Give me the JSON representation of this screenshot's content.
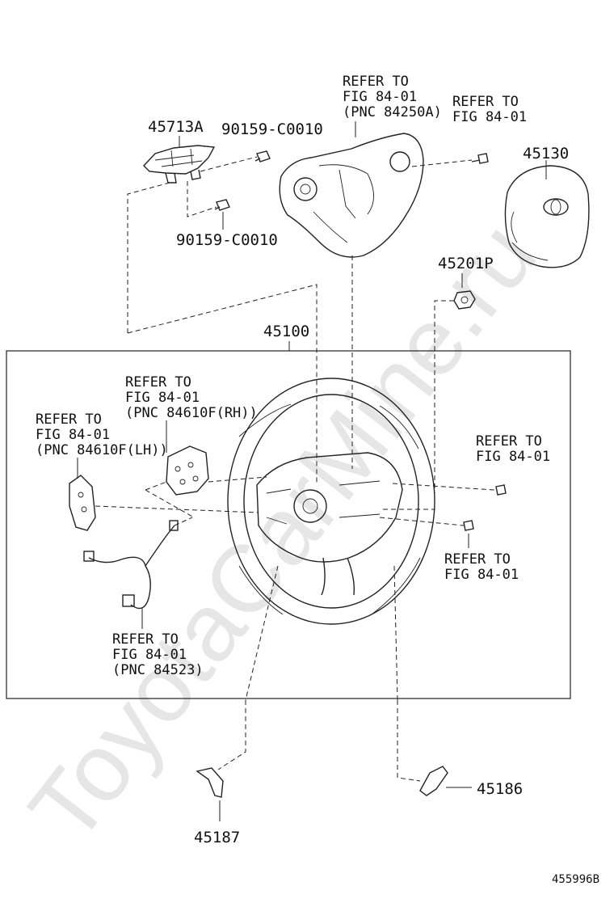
{
  "watermark": "ToyotaCarMine.ru",
  "diagram_id": "455996B",
  "assembly": {
    "part_no": "45100"
  },
  "parts": [
    {
      "key": "p45713a",
      "part_no": "45713A"
    },
    {
      "key": "bolt1",
      "part_no": "90159-C0010"
    },
    {
      "key": "bolt2",
      "part_no": "90159-C0010"
    },
    {
      "key": "airbag",
      "part_no": "45130"
    },
    {
      "key": "nut",
      "part_no": "45201P"
    },
    {
      "key": "cover_rh",
      "part_no": "45186"
    },
    {
      "key": "cover_lh",
      "part_no": "45187"
    }
  ],
  "refs": [
    {
      "key": "spoke",
      "lines": [
        "REFER TO",
        "FIG 84-01",
        "(PNC 84250A)"
      ]
    },
    {
      "key": "top_screw",
      "lines": [
        "REFER TO",
        "FIG 84-01"
      ]
    },
    {
      "key": "switch_rh",
      "lines": [
        "REFER TO",
        "FIG 84-01",
        "(PNC 84610F(RH))"
      ]
    },
    {
      "key": "switch_lh",
      "lines": [
        "REFER TO",
        "FIG 84-01",
        "(PNC 84610F(LH))"
      ]
    },
    {
      "key": "screw_r",
      "lines": [
        "REFER TO",
        "FIG 84-01"
      ]
    },
    {
      "key": "screw_low",
      "lines": [
        "REFER TO",
        "FIG 84-01"
      ]
    },
    {
      "key": "harness",
      "lines": [
        "REFER TO",
        "FIG 84-01",
        "(PNC 84523)"
      ]
    }
  ]
}
